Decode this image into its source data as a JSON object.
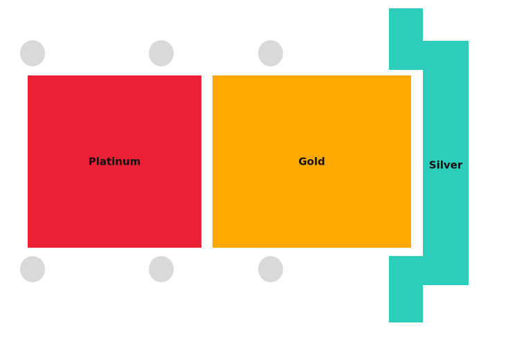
{
  "seating_map": {
    "sections": [
      {
        "id": "platinum",
        "label": "Platinum",
        "color": "#EC2136"
      },
      {
        "id": "gold",
        "label": "Gold",
        "color": "#FFA800"
      },
      {
        "id": "silver",
        "label": "Silver",
        "color": "#2DCDBB"
      }
    ],
    "markers": {
      "color": "#D9D9D9",
      "top_row_count": 3,
      "bottom_row_count": 3
    }
  }
}
